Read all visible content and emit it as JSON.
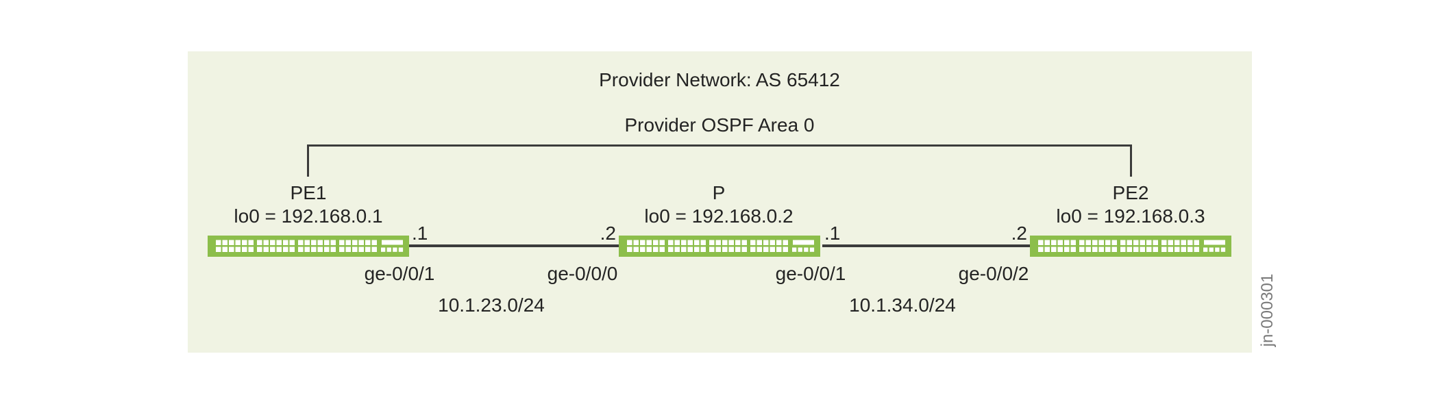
{
  "diagram": {
    "title": "Provider Network: AS 65412",
    "subtitle": "Provider OSPF Area 0",
    "watermark": "jn-000301",
    "routers": [
      {
        "name": "PE1",
        "loopback": "lo0 = 192.168.0.1"
      },
      {
        "name": "P",
        "loopback": "lo0 = 192.168.0.2"
      },
      {
        "name": "PE2",
        "loopback": "lo0 = 192.168.0.3"
      }
    ],
    "links": [
      {
        "subnet": "10.1.23.0/24",
        "left_addr": ".1",
        "right_addr": ".2",
        "left_interface": "ge-0/0/1",
        "right_interface": "ge-0/0/0"
      },
      {
        "subnet": "10.1.34.0/24",
        "left_addr": ".1",
        "right_addr": ".2",
        "left_interface": "ge-0/0/1",
        "right_interface": "ge-0/0/2"
      }
    ],
    "colors": {
      "panel_bg": "#F0F3E3",
      "router_green": "#8CBE4B",
      "line": "#3B3B3B",
      "text": "#232323",
      "watermark": "#7A7A7A"
    }
  }
}
